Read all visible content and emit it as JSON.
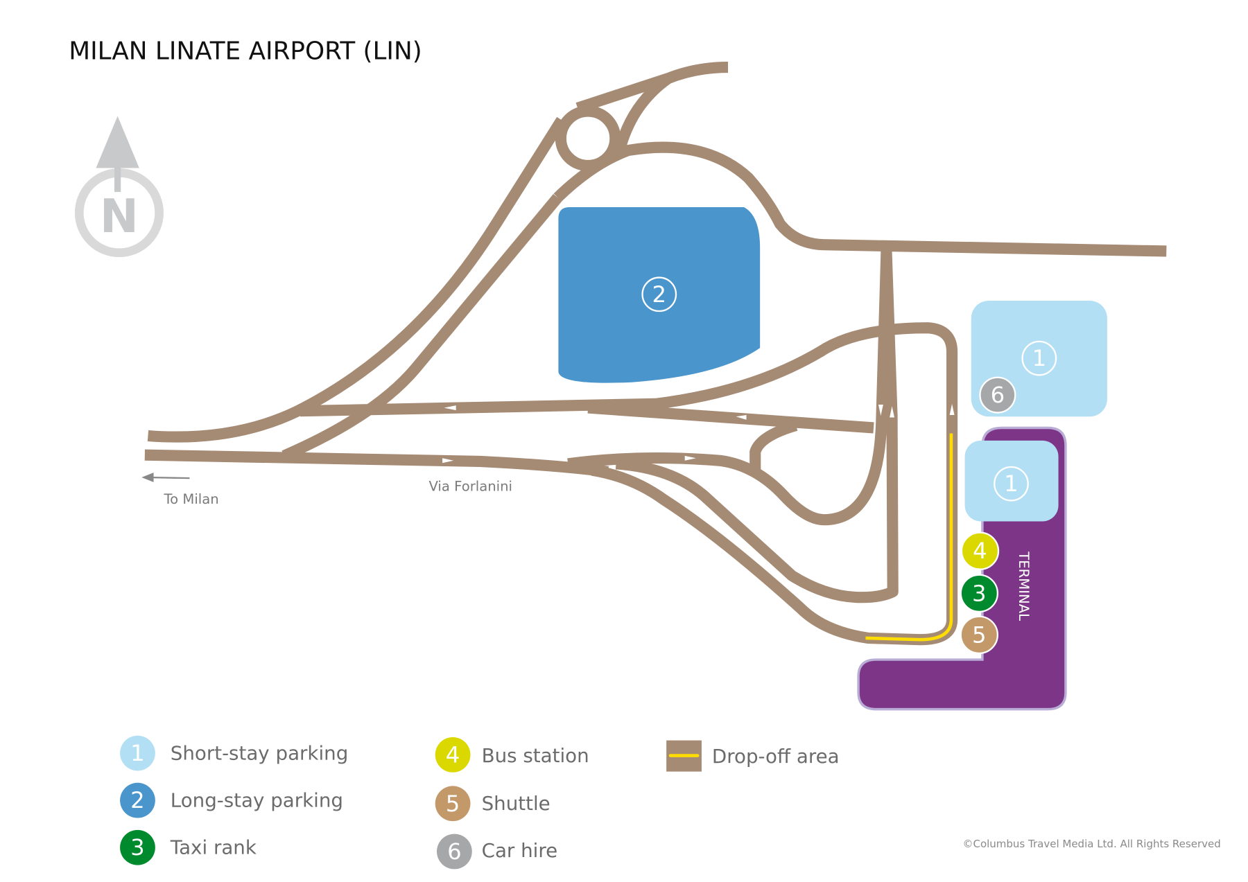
{
  "title": "MILAN LINATE AIRPORT (LIN)",
  "compass_letter": "N",
  "labels": {
    "to_milan": "To Milan",
    "via_forlanini": "Via Forlanini",
    "terminal": "TERMINAL"
  },
  "markers": {
    "long_stay": "2",
    "short_stay_top": "1",
    "short_stay_terminal": "1",
    "car_hire": "6",
    "bus": "4",
    "taxi": "3",
    "shuttle": "5"
  },
  "legend": [
    {
      "num": "1",
      "label": "Short-stay parking",
      "color": "#b3dff5"
    },
    {
      "num": "2",
      "label": "Long-stay parking",
      "color": "#4a95cb"
    },
    {
      "num": "3",
      "label": "Taxi rank",
      "color": "#008a2e"
    },
    {
      "num": "4",
      "label": "Bus station",
      "color": "#dbd800"
    },
    {
      "num": "5",
      "label": "Shuttle",
      "color": "#c3996a"
    },
    {
      "num": "6",
      "label": "Car hire",
      "color": "#a6a7a9"
    },
    {
      "label": "Drop-off area",
      "color": "#a58a74",
      "line_color": "#ffdd00"
    }
  ],
  "copyright": "©Columbus Travel Media Ltd. All Rights Reserved",
  "colors": {
    "road": "#a58a74",
    "terminal": "#7d3587",
    "terminal_outline": "#b9acd6",
    "dropoff": "#ffdd00"
  }
}
